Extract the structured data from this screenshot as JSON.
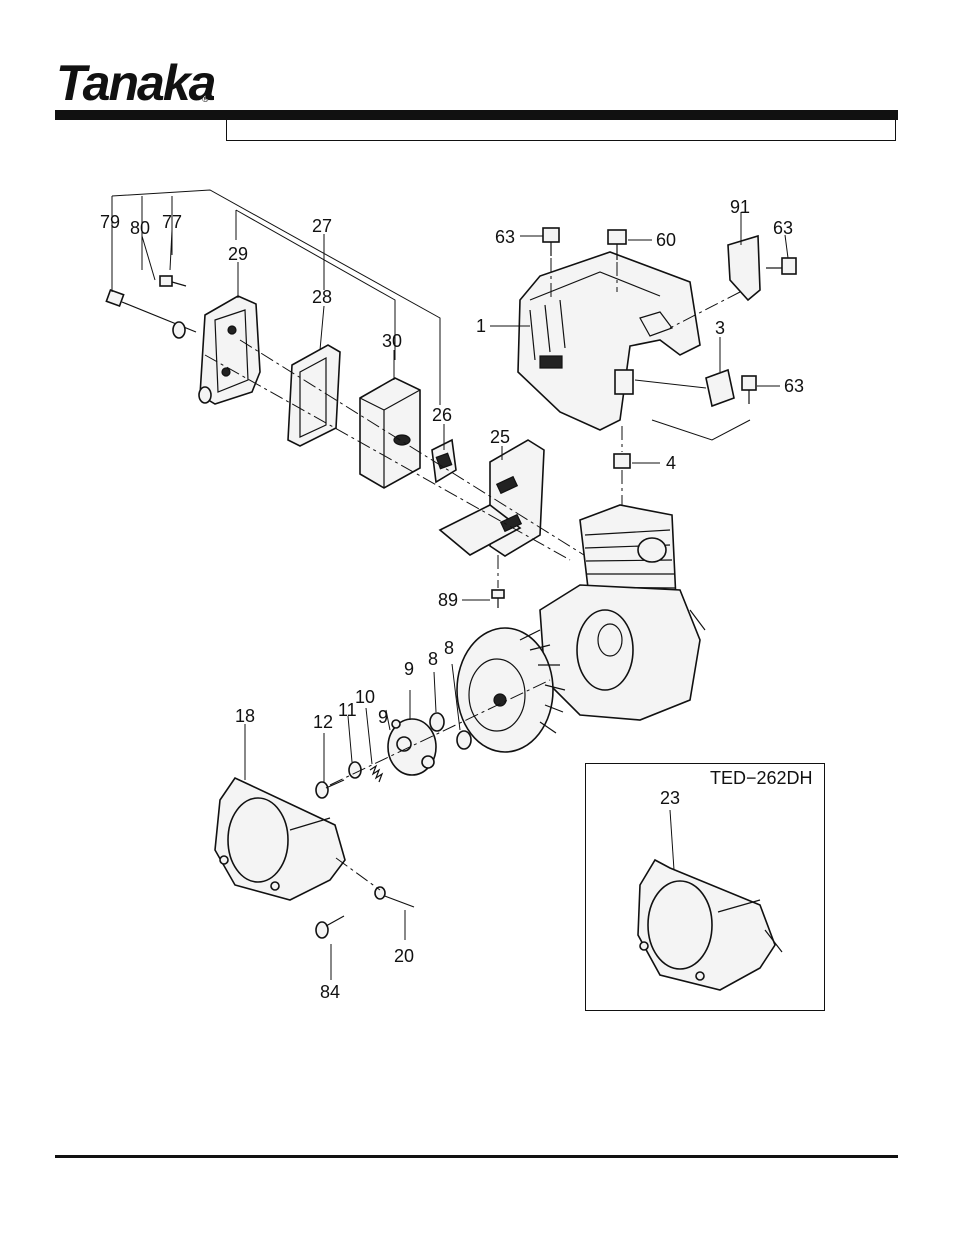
{
  "brand": {
    "logo_text": "Tanaka",
    "registered_mark": "®"
  },
  "title_box": {
    "text": ""
  },
  "callouts": {
    "c79": "79",
    "c80": "80",
    "c77": "77",
    "c29": "29",
    "c27": "27",
    "c28": "28",
    "c30": "30",
    "c26": "26",
    "c25": "25",
    "c89": "89",
    "c63a": "63",
    "c60": "60",
    "c91": "91",
    "c63b": "63",
    "c1": "1",
    "c3": "3",
    "c63c": "63",
    "c4": "4",
    "c18": "18",
    "c12": "12",
    "c11": "11",
    "c10": "10",
    "c9a": "9",
    "c9b": "9",
    "c8a": "8",
    "c8b": "8",
    "c84": "84",
    "c20": "20"
  },
  "inset": {
    "model": "TED−262DH",
    "c23": "23"
  },
  "colors": {
    "ink": "#111111",
    "paper": "#ffffff"
  }
}
